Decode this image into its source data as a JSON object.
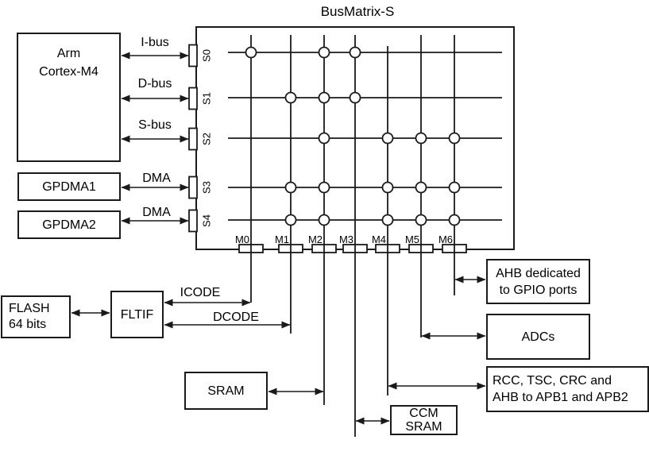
{
  "title": "BusMatrix-S",
  "colors": {
    "line": "#1a1a1a",
    "text": "#000000",
    "background": "#ffffff",
    "node_fill": "#ffffff"
  },
  "masters": {
    "cortex": {
      "line1": "Arm",
      "line2": "Cortex-M4"
    },
    "gpdma1": {
      "label": "GPDMA1"
    },
    "gpdma2": {
      "label": "GPDMA2"
    }
  },
  "bus_labels": {
    "ibus": "I-bus",
    "dbus": "D-bus",
    "sbus": "S-bus",
    "dma1": "DMA",
    "dma2": "DMA"
  },
  "matrix": {
    "slave_ports": [
      "S0",
      "S1",
      "S2",
      "S3",
      "S4"
    ],
    "master_ports": [
      "M0",
      "M1",
      "M2",
      "M3",
      "M4",
      "M5",
      "M6"
    ],
    "connections": [
      {
        "slave": "S0",
        "masters": [
          "M0",
          "M2",
          "M3"
        ]
      },
      {
        "slave": "S1",
        "masters": [
          "M1",
          "M2",
          "M3"
        ]
      },
      {
        "slave": "S2",
        "masters": [
          "M2",
          "M4",
          "M5",
          "M6"
        ]
      },
      {
        "slave": "S3",
        "masters": [
          "M1",
          "M2",
          "M4",
          "M5",
          "M6"
        ]
      },
      {
        "slave": "S4",
        "masters": [
          "M1",
          "M2",
          "M4",
          "M5",
          "M6"
        ]
      }
    ]
  },
  "path_labels": {
    "icode": "ICODE",
    "dcode": "DCODE"
  },
  "peripherals": {
    "flash": {
      "line1": "FLASH",
      "line2": "64 bits"
    },
    "fltif": {
      "label": "FLTIF"
    },
    "sram": {
      "label": "SRAM"
    },
    "ccm_sram": {
      "line1": "CCM",
      "line2": "SRAM"
    },
    "ahb_gpio": {
      "line1": "AHB dedicated",
      "line2": "to GPIO ports"
    },
    "adcs": {
      "label": "ADCs"
    },
    "rcc": {
      "line1": "RCC, TSC, CRC and",
      "line2": "AHB to APB1 and APB2"
    }
  }
}
